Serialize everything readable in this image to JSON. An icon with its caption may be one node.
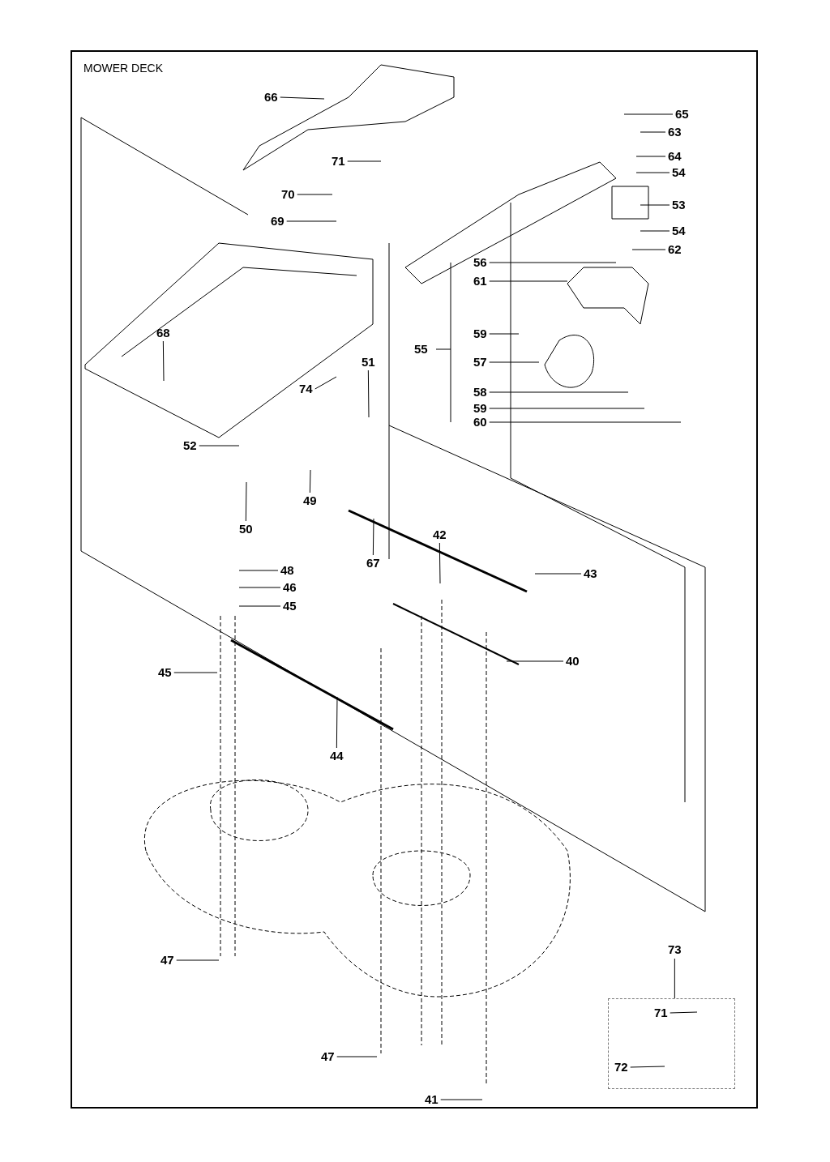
{
  "diagram": {
    "title": "MOWER DECK",
    "nodes": [
      {
        "text": [
          "66"
        ]
      },
      {
        "text": [
          "71"
        ]
      },
      {
        "text": [
          "70"
        ]
      },
      {
        "text": [
          "69"
        ]
      },
      {
        "text": [
          "65"
        ]
      },
      {
        "text": [
          "63"
        ]
      },
      {
        "text": [
          "64"
        ]
      },
      {
        "text": [
          "54"
        ]
      },
      {
        "text": [
          "53"
        ]
      },
      {
        "text": [
          "54"
        ]
      },
      {
        "text": [
          "62"
        ]
      },
      {
        "text": [
          "56"
        ]
      },
      {
        "text": [
          "61"
        ]
      },
      {
        "text": [
          "55"
        ]
      },
      {
        "text": [
          "59"
        ]
      },
      {
        "text": [
          "57"
        ]
      },
      {
        "text": [
          "58"
        ]
      },
      {
        "text": [
          "59"
        ]
      },
      {
        "text": [
          "60"
        ]
      },
      {
        "text": [
          "68"
        ]
      },
      {
        "text": [
          "74"
        ]
      },
      {
        "text": [
          "51"
        ]
      },
      {
        "text": [
          "52"
        ]
      },
      {
        "text": [
          "49"
        ]
      },
      {
        "text": [
          "50"
        ]
      },
      {
        "text": [
          "67"
        ]
      },
      {
        "text": [
          "42"
        ]
      },
      {
        "text": [
          "43"
        ]
      },
      {
        "text": [
          "48"
        ]
      },
      {
        "text": [
          "46"
        ]
      },
      {
        "text": [
          "45"
        ]
      },
      {
        "text": [
          "40"
        ]
      },
      {
        "text": [
          "45"
        ]
      },
      {
        "text": [
          "44"
        ]
      },
      {
        "text": [
          "47"
        ]
      },
      {
        "text": [
          "47"
        ]
      },
      {
        "text": [
          "41"
        ]
      },
      {
        "text": [
          "73"
        ]
      },
      {
        "text": [],
        "shape": "box"
      },
      {
        "text": [
          "71"
        ],
        "in": 38
      },
      {
        "text": [
          "72"
        ],
        "in": 38
      }
    ],
    "edges": [
      {
        "from": 0,
        "to": null,
        "arrow": "none"
      },
      {
        "from": 1,
        "to": null,
        "arrow": "none"
      },
      {
        "from": 2,
        "to": null,
        "arrow": "none"
      },
      {
        "from": 3,
        "to": null,
        "arrow": "none"
      },
      {
        "from": 4,
        "to": null,
        "arrow": "none"
      },
      {
        "from": 5,
        "to": null,
        "arrow": "none"
      },
      {
        "from": 6,
        "to": null,
        "arrow": "none"
      },
      {
        "from": 7,
        "to": null,
        "arrow": "none"
      },
      {
        "from": 8,
        "to": null,
        "arrow": "none"
      },
      {
        "from": 9,
        "to": null,
        "arrow": "none"
      },
      {
        "from": 10,
        "to": null,
        "arrow": "none"
      },
      {
        "from": 11,
        "to": null,
        "arrow": "none"
      },
      {
        "from": 12,
        "to": null,
        "arrow": "none"
      },
      {
        "from": 14,
        "to": null,
        "arrow": "none"
      },
      {
        "from": 15,
        "to": null,
        "arrow": "none"
      },
      {
        "from": 16,
        "to": null,
        "arrow": "none"
      },
      {
        "from": 17,
        "to": null,
        "arrow": "none"
      },
      {
        "from": 18,
        "to": null,
        "arrow": "none"
      },
      {
        "from": 19,
        "to": null,
        "arrow": "none"
      },
      {
        "from": 20,
        "to": null,
        "arrow": "none"
      },
      {
        "from": 21,
        "to": null,
        "arrow": "none"
      },
      {
        "from": 22,
        "to": null,
        "arrow": "none"
      },
      {
        "from": 23,
        "to": null,
        "arrow": "none"
      },
      {
        "from": 24,
        "to": null,
        "arrow": "none"
      },
      {
        "from": 25,
        "to": null,
        "arrow": "none"
      },
      {
        "from": 26,
        "to": null,
        "arrow": "none"
      },
      {
        "from": 27,
        "to": null,
        "arrow": "none"
      },
      {
        "from": 28,
        "to": null,
        "arrow": "none"
      },
      {
        "from": 29,
        "to": null,
        "arrow": "none"
      },
      {
        "from": 30,
        "to": null,
        "arrow": "none"
      },
      {
        "from": 31,
        "to": null,
        "arrow": "none"
      },
      {
        "from": 32,
        "to": null,
        "arrow": "none"
      },
      {
        "from": 33,
        "to": null,
        "arrow": "none"
      },
      {
        "from": 34,
        "to": null,
        "arrow": "none"
      },
      {
        "from": 35,
        "to": null,
        "arrow": "none"
      },
      {
        "from": 36,
        "to": null,
        "arrow": "none"
      },
      {
        "from": 37,
        "to": 38,
        "arrow": "none"
      },
      {
        "from": 39,
        "to": null,
        "arrow": "none"
      },
      {
        "from": 40,
        "to": null,
        "arrow": "none"
      }
    ]
  }
}
